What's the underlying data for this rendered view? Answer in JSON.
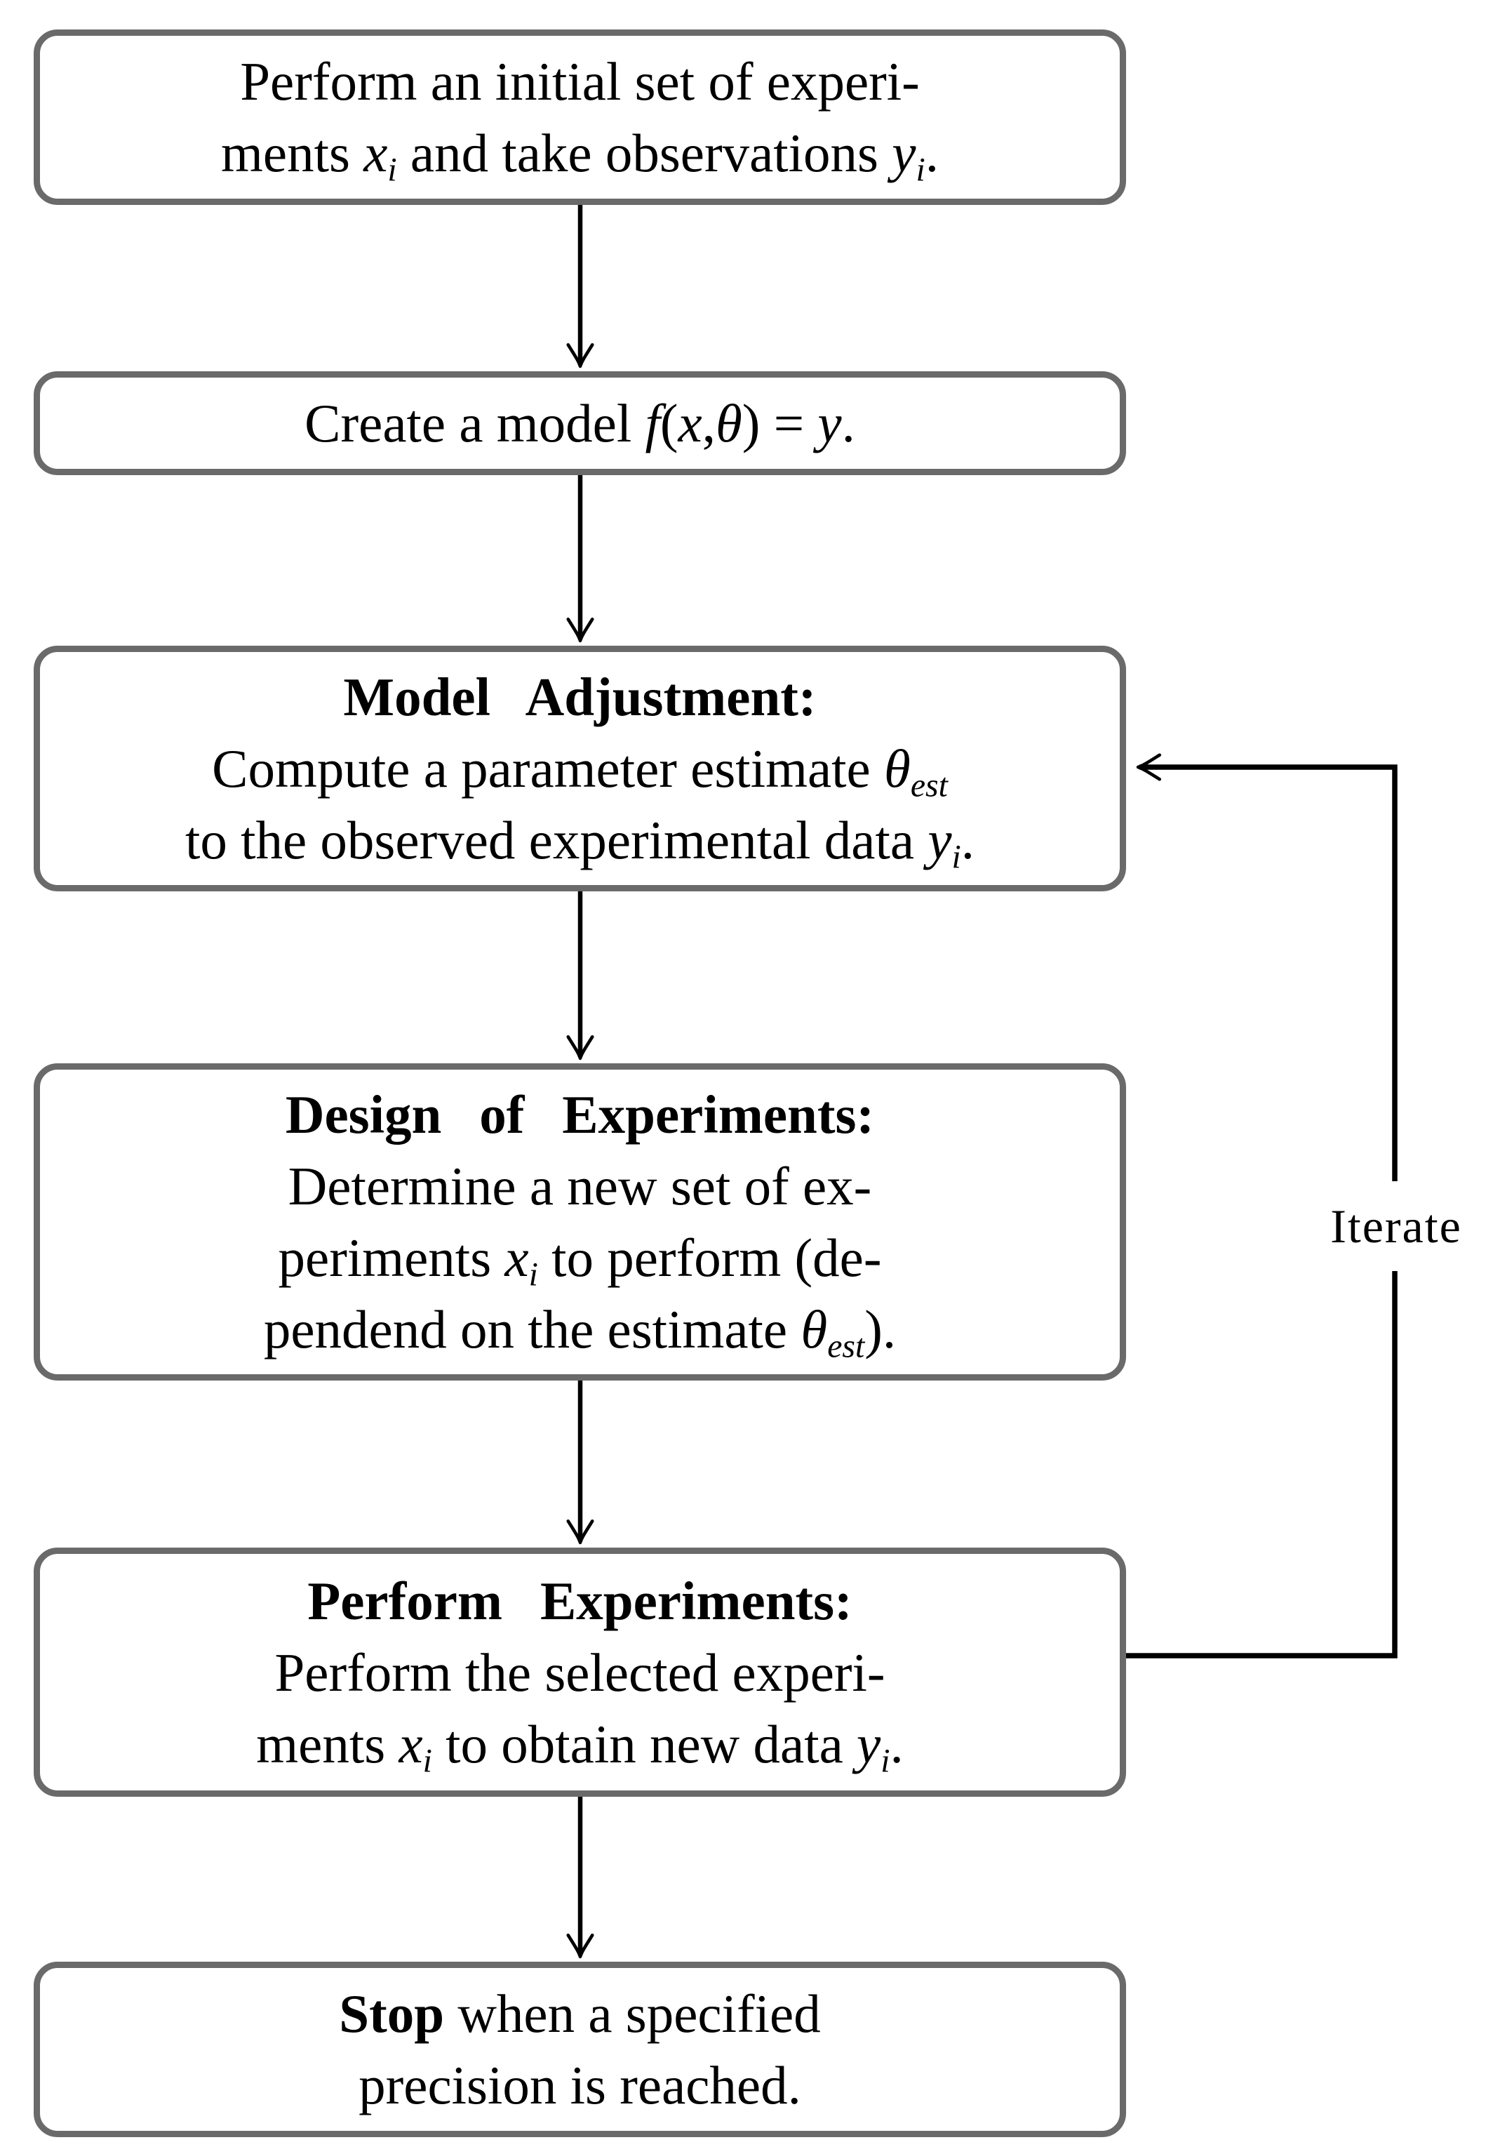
{
  "colors": {
    "background": "#ffffff",
    "box_border": "#6a6a6a",
    "arrow": "#000000",
    "text": "#000000"
  },
  "loop": {
    "label": "Iterate"
  },
  "boxes": [
    {
      "id": "initial-experiments",
      "lines": [
        [
          {
            "t": "Perform an initial set of experi-"
          }
        ],
        [
          {
            "t": "ments "
          },
          {
            "t": "x",
            "s": "var"
          },
          {
            "t": "i",
            "s": "sub"
          },
          {
            "t": " and take observations "
          },
          {
            "t": "y",
            "s": "var"
          },
          {
            "t": "i",
            "s": "sub"
          },
          {
            "t": "."
          }
        ]
      ]
    },
    {
      "id": "create-model",
      "lines": [
        [
          {
            "t": "Create a model "
          },
          {
            "t": "f",
            "s": "var"
          },
          {
            "t": "("
          },
          {
            "t": "x",
            "s": "var"
          },
          {
            "t": ","
          },
          {
            "t": "θ",
            "s": "var"
          },
          {
            "t": ")"
          },
          {
            "t": "  =  "
          },
          {
            "t": "y",
            "s": "var"
          },
          {
            "t": "."
          }
        ]
      ]
    },
    {
      "id": "model-adjustment",
      "lines": [
        [
          {
            "t": "Model Adjustment:",
            "s": "bold"
          }
        ],
        [
          {
            "t": "Compute a parameter estimate "
          },
          {
            "t": "θ",
            "s": "var"
          },
          {
            "t": "est",
            "s": "sub"
          }
        ],
        [
          {
            "t": "to the observed experimental data "
          },
          {
            "t": "y",
            "s": "var"
          },
          {
            "t": "i",
            "s": "sub"
          },
          {
            "t": "."
          }
        ]
      ]
    },
    {
      "id": "design-of-experiments",
      "lines": [
        [
          {
            "t": "Design of Experiments:",
            "s": "bold"
          }
        ],
        [
          {
            "t": "Determine a new set of ex-"
          }
        ],
        [
          {
            "t": "periments "
          },
          {
            "t": "x",
            "s": "var"
          },
          {
            "t": "i",
            "s": "sub"
          },
          {
            "t": " to perform (de-"
          }
        ],
        [
          {
            "t": "pendend on the estimate "
          },
          {
            "t": "θ",
            "s": "var"
          },
          {
            "t": "est",
            "s": "sub"
          },
          {
            "t": ")."
          }
        ]
      ]
    },
    {
      "id": "perform-experiments",
      "lines": [
        [
          {
            "t": "Perform Experiments:",
            "s": "bold"
          }
        ],
        [
          {
            "t": "Perform the selected experi-"
          }
        ],
        [
          {
            "t": "ments "
          },
          {
            "t": "x",
            "s": "var"
          },
          {
            "t": "i",
            "s": "sub"
          },
          {
            "t": " to obtain new data "
          },
          {
            "t": "y",
            "s": "var"
          },
          {
            "t": "i",
            "s": "sub"
          },
          {
            "t": "."
          }
        ]
      ]
    },
    {
      "id": "stop",
      "lines": [
        [
          {
            "t": "Stop",
            "s": "bold"
          },
          {
            "t": " when a specified"
          }
        ],
        [
          {
            "t": "precision is reached."
          }
        ]
      ]
    }
  ],
  "edges": [
    {
      "from": "initial-experiments",
      "to": "create-model"
    },
    {
      "from": "create-model",
      "to": "model-adjustment"
    },
    {
      "from": "model-adjustment",
      "to": "design-of-experiments"
    },
    {
      "from": "design-of-experiments",
      "to": "perform-experiments"
    },
    {
      "from": "perform-experiments",
      "to": "stop"
    },
    {
      "from": "perform-experiments",
      "to": "model-adjustment",
      "label": "Iterate"
    }
  ]
}
